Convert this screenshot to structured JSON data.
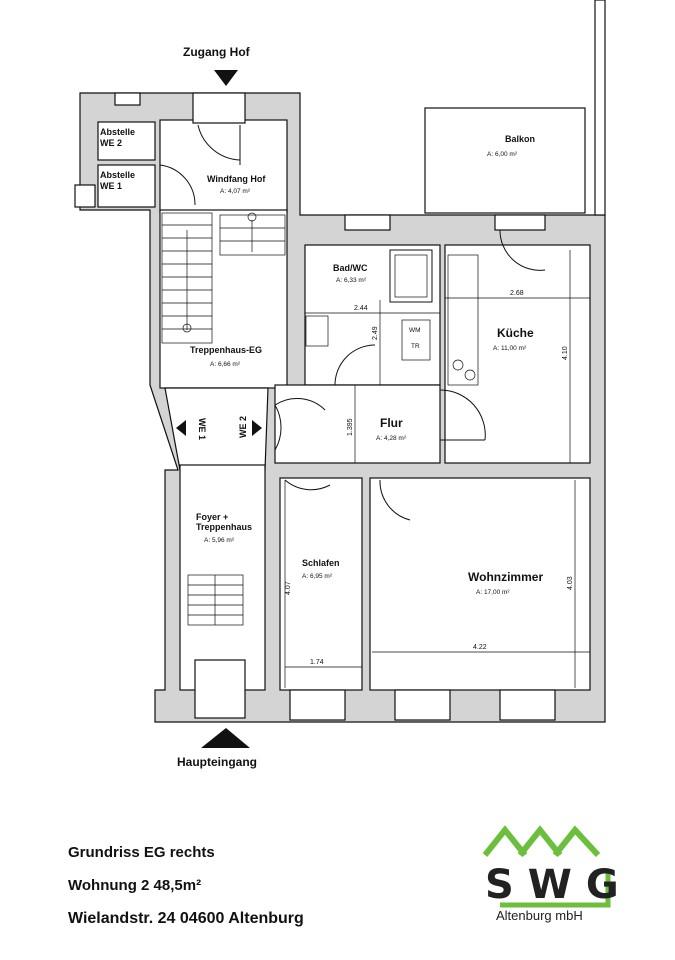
{
  "entrances": {
    "top": "Zugang Hof",
    "bottom": "Haupteingang"
  },
  "rooms": {
    "abstelle_we2": {
      "name": "Abstelle",
      "sub": "WE 2"
    },
    "abstelle_we1": {
      "name": "Abstelle",
      "sub": "WE 1"
    },
    "windfang": {
      "name": "Windfang Hof",
      "area": "A: 4,07 m²"
    },
    "treppenhaus": {
      "name": "Treppenhaus-EG",
      "area": "A: 6,66 m²"
    },
    "foyer": {
      "name": "Foyer +",
      "name2": "Treppenhaus",
      "area": "A: 5,96 m²"
    },
    "balkon": {
      "name": "Balkon",
      "area": "A:  6,00 m²"
    },
    "bad": {
      "name": "Bad/WC",
      "area": "A: 6,33 m²"
    },
    "kueche": {
      "name": "Küche",
      "area": "A: 11,00 m²"
    },
    "flur": {
      "name": "Flur",
      "area": "A: 4,28 m²"
    },
    "schlafen": {
      "name": "Schlafen",
      "area": "A: 6,95 m²"
    },
    "wohnzimmer": {
      "name": "Wohnzimmer",
      "area": "A: 17,00 m²"
    }
  },
  "markers": {
    "we1": "WE 1",
    "we2": "WE 2",
    "wm": "WM",
    "tr": "TR"
  },
  "dimensions": {
    "bad_width": "2.44",
    "bad_depth": "2.49",
    "kueche_width": "2.68",
    "kueche_depth": "4.10",
    "flur_depth": "1.395",
    "schlafen_depth": "4.07",
    "schlafen_width": "1.74",
    "wohn_width": "4.22",
    "wohn_depth": "4.03"
  },
  "footer": {
    "line1": "Grundriss EG rechts",
    "line2": "Wohnung 2  48,5m²",
    "line3": "Wielandstr. 24 04600 Altenburg"
  },
  "logo": {
    "text": "SWG",
    "sub": "Altenburg mbH",
    "color": "#6cbf3c"
  }
}
